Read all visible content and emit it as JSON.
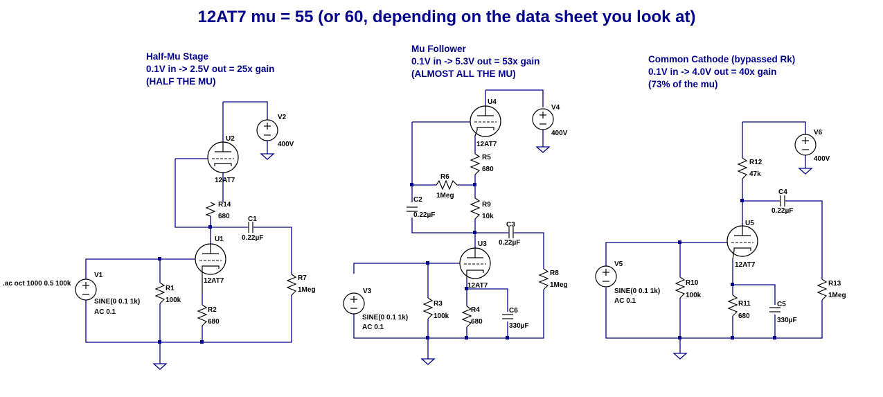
{
  "title": "12AT7 mu = 55 (or 60, depending on the data sheet you look at)",
  "stages": [
    {
      "name": "Half-Mu Stage",
      "line1": "0.1V in -> 2.5V out = 25x gain",
      "line2": "(HALF THE MU)"
    },
    {
      "name": "Mu Follower",
      "line1": "0.1V in -> 5.3V out = 53x gain",
      "line2": "(ALMOST ALL THE MU)"
    },
    {
      "name": "Common Cathode (bypassed Rk)",
      "line1": "0.1V in -> 4.0V out = 40x gain",
      "line2": "(73% of the mu)"
    }
  ],
  "directive": ".ac oct 1000 0.5 100k",
  "source_spec": {
    "sine": "SINE(0 0.1 1k)",
    "ac": "AC 0.1"
  },
  "tube_model": "12AT7",
  "components": {
    "U1": "U1",
    "U2": "U2",
    "U3": "U3",
    "U4": "U4",
    "U5": "U5",
    "V1": "V1",
    "V2": "V2",
    "V3": "V3",
    "V4": "V4",
    "V5": "V5",
    "V6": "V6",
    "R1": {
      "ref": "R1",
      "value": "100k"
    },
    "R2": {
      "ref": "R2",
      "value": "680"
    },
    "R3": {
      "ref": "R3",
      "value": "100k"
    },
    "R4": {
      "ref": "R4",
      "value": "680"
    },
    "R5": {
      "ref": "R5",
      "value": "680"
    },
    "R6": {
      "ref": "R6",
      "value": "1Meg"
    },
    "R7": {
      "ref": "R7",
      "value": "1Meg"
    },
    "R8": {
      "ref": "R8",
      "value": "1Meg"
    },
    "R9": {
      "ref": "R9",
      "value": "10k"
    },
    "R10": {
      "ref": "R10",
      "value": "100k"
    },
    "R11": {
      "ref": "R11",
      "value": "680"
    },
    "R12": {
      "ref": "R12",
      "value": "47k"
    },
    "R13": {
      "ref": "R13",
      "value": "1Meg"
    },
    "R14": {
      "ref": "R14",
      "value": "680"
    },
    "C1": {
      "ref": "C1",
      "value": "0.22µF"
    },
    "C2": {
      "ref": "C2",
      "value": "0.22µF"
    },
    "C3": {
      "ref": "C3",
      "value": "0.22µF"
    },
    "C4": {
      "ref": "C4",
      "value": "0.22µF"
    },
    "C5": {
      "ref": "C5",
      "value": "330µF"
    },
    "C6": {
      "ref": "C6",
      "value": "330µF"
    },
    "supply_voltage": "400V"
  },
  "colors": {
    "wire": "#00008b",
    "component": "#000000",
    "text": "#00008b",
    "background": "#ffffff"
  }
}
